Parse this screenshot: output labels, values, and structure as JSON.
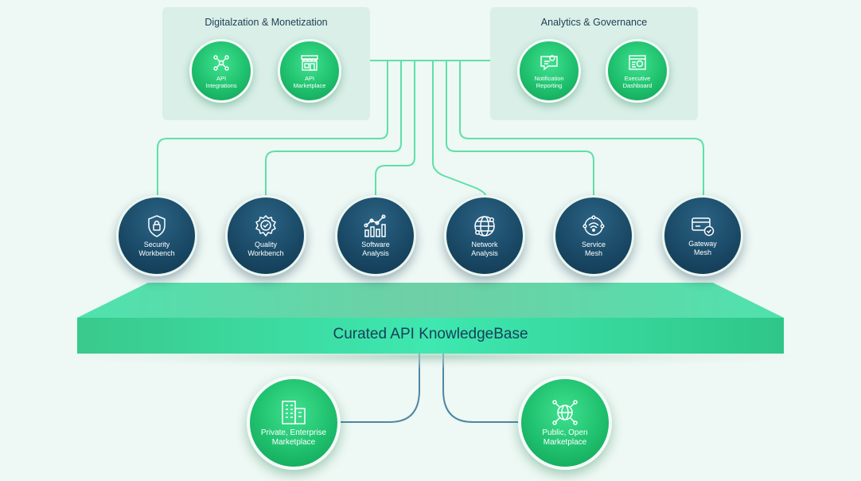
{
  "colors": {
    "background": "#eef8f4",
    "panel": "#d9efe8",
    "line": "#5fe0a8",
    "bottom_line": "#4f86a3",
    "green": "#1fc06d",
    "navy": "#1a4a67",
    "platform": "#2fd79a"
  },
  "panels": [
    {
      "title": "Digitalzation & Monetization",
      "nodes": [
        {
          "icon": "network-nodes-icon",
          "line1": "API",
          "line2": "Integrations"
        },
        {
          "icon": "storefront-icon",
          "line1": "API",
          "line2": "Marketplace"
        }
      ]
    },
    {
      "title": "Analytics & Governance",
      "nodes": [
        {
          "icon": "notification-chat-icon",
          "line1": "Notification",
          "line2": "Reporting"
        },
        {
          "icon": "dashboard-icon",
          "line1": "Executive",
          "line2": "Dashboard"
        }
      ]
    }
  ],
  "modules": [
    {
      "icon": "shield-lock-icon",
      "line1": "Security",
      "line2": "Workbench"
    },
    {
      "icon": "quality-badge-icon",
      "line1": "Quality",
      "line2": "Workbench"
    },
    {
      "icon": "bar-line-chart-icon",
      "line1": "Software",
      "line2": "Analysis"
    },
    {
      "icon": "globe-network-icon",
      "line1": "Network",
      "line2": "Analysis"
    },
    {
      "icon": "wifi-mesh-icon",
      "line1": "Service",
      "line2": "Mesh"
    },
    {
      "icon": "card-check-icon",
      "line1": "Gateway",
      "line2": "Mesh"
    }
  ],
  "knowledgebase": {
    "label": "Curated API KnowledgeBase"
  },
  "marketplaces": [
    {
      "icon": "buildings-icon",
      "line1": "Private, Enterprise",
      "line2": "Marketplace"
    },
    {
      "icon": "globe-nodes-icon",
      "line1": "Public, Open",
      "line2": "Marketplace"
    }
  ]
}
